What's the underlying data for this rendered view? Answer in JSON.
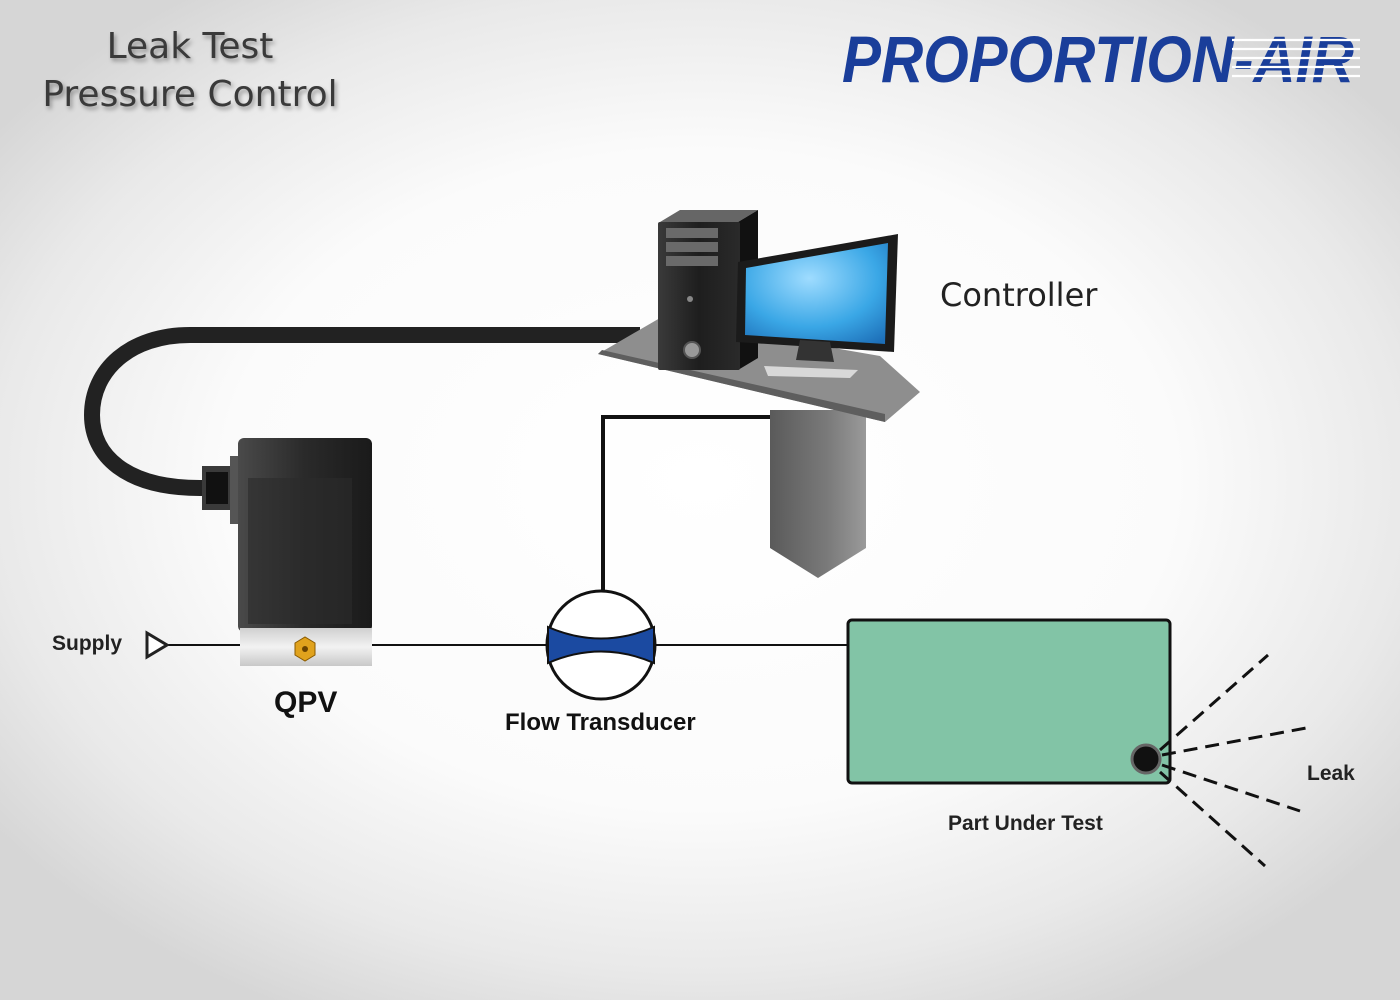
{
  "title": {
    "line1": "Leak Test",
    "line2": "Pressure Control"
  },
  "logo": {
    "text": "PROPORTION-AIR",
    "color": "#1a3e9a"
  },
  "components": {
    "controller": "Controller",
    "supply": "Supply",
    "qpv": "QPV",
    "flow_transducer": "Flow Transducer",
    "part_under_test": "Part Under Test",
    "leak": "Leak"
  },
  "colors": {
    "part_fill": "#82c4a6",
    "transducer_blue": "#1b4aa1",
    "monitor_blue": "#3aa7e6",
    "cable": "#222222"
  },
  "icons": [
    "desktop-computer-icon",
    "valve-device-icon",
    "flow-meter-icon",
    "supply-arrow-icon"
  ]
}
